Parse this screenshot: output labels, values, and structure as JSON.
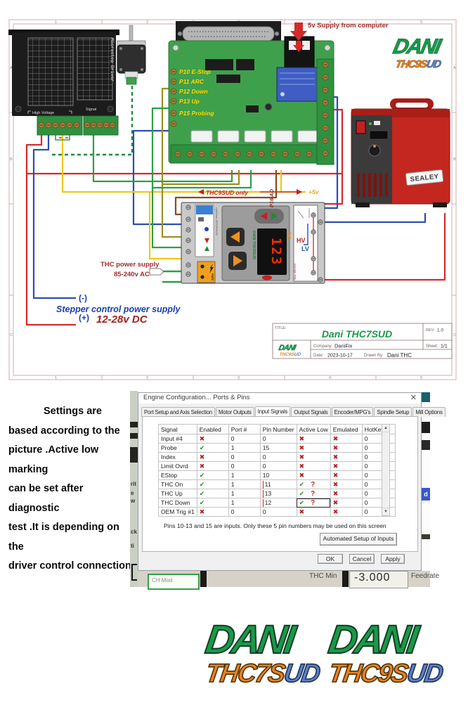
{
  "diagram": {
    "frame": {
      "cols": [
        "1",
        "2",
        "3",
        "4",
        "5"
      ],
      "rows": [
        "A",
        "B",
        "C"
      ]
    },
    "labels": {
      "supply5v": "5v Supply from computer",
      "thc9sud_only": "THC9SUD only",
      "p16ad": "P16 AD",
      "plus5v": "+5v",
      "thc_power1": "THC power supply",
      "thc_power2": "85-240v AC",
      "minus": "(-)",
      "stepper": "Stepper control power supply",
      "plus": "(+)",
      "volts": "12-28v DC"
    },
    "driver": {
      "name": "Microstep Driver",
      "hv": "High Voltage",
      "sig": "Signal"
    },
    "board": {
      "pins": [
        "P10 E-Stop",
        "P11 ARC",
        "P12  Down",
        "P13 Up",
        "P15 Probing"
      ]
    },
    "thc": {
      "display": "123",
      "hv": "HV",
      "lv": "LV",
      "arc": "Arc on",
      "ac": "220v",
      "max": "Max 400VDC",
      "thc": "THC",
      "brand": "DANI THC9SUD"
    },
    "plasma": {
      "brand": "SEALEY"
    },
    "logo": {
      "dani": "DANI",
      "sub_a": "THC9S",
      "sub_b": "UD"
    },
    "titleblock": {
      "title_label": "TITLE:",
      "title": "Dani THC7SUD",
      "rev_label": "REV:",
      "rev": "1.0",
      "company_label": "Company:",
      "company": "DaniFix",
      "sheet_label": "Sheet:",
      "sheet": "1/1",
      "date_label": "Date:",
      "date": "2023-10-17",
      "drawn_label": "Drawn By:",
      "drawn": "Dani THC",
      "logo_dani": "DANI",
      "logo_sub_a": "THC9S",
      "logo_sub_b": "UD"
    }
  },
  "note_lines": [
    "Settings are",
    "based according to the",
    "picture .Active low marking",
    "can be set after diagnostic",
    "test .It is depending on the",
    "driver control connection."
  ],
  "screenshot": {
    "dialog": {
      "title": "Engine Configuration... Ports & Pins",
      "close": "✕",
      "tabs": [
        {
          "label": "Port Setup and Axis Selection",
          "active": false
        },
        {
          "label": "Motor Outputs",
          "active": false
        },
        {
          "label": "Input Signals",
          "active": true
        },
        {
          "label": "Output Signals",
          "active": false
        },
        {
          "label": "Encoder/MPG's",
          "active": false
        },
        {
          "label": "Spindle Setup",
          "active": false
        },
        {
          "label": "Mill Options",
          "active": false
        }
      ],
      "columns": [
        "Signal",
        "Enabled",
        "Port #",
        "Pin Number",
        "Active Low",
        "Emulated",
        "HotKey"
      ],
      "rows": [
        {
          "signal": "Input #4",
          "enabled": "cross",
          "port": "0",
          "pin": "0",
          "active_low": "cross",
          "emulated": "cross",
          "hotkey": "0"
        },
        {
          "signal": "Probe",
          "enabled": "check",
          "port": "1",
          "pin": "15",
          "active_low": "cross",
          "emulated": "cross",
          "hotkey": "0"
        },
        {
          "signal": "Index",
          "enabled": "cross",
          "port": "0",
          "pin": "0",
          "active_low": "cross",
          "emulated": "cross",
          "hotkey": "0"
        },
        {
          "signal": "Limit Ovrd",
          "enabled": "cross",
          "port": "0",
          "pin": "0",
          "active_low": "cross",
          "emulated": "cross",
          "hotkey": "0"
        },
        {
          "signal": "EStop",
          "enabled": "check",
          "port": "1",
          "pin": "10",
          "active_low": "cross",
          "emulated": "cross",
          "hotkey": "0"
        },
        {
          "signal": "THC On",
          "enabled": "check",
          "port": "1",
          "pin": "11",
          "pin_marked": true,
          "active_low": "check",
          "question": true,
          "emulated": "cross",
          "hotkey": "0"
        },
        {
          "signal": "THC Up",
          "enabled": "check",
          "port": "1",
          "pin": "13",
          "pin_marked": true,
          "active_low": "check",
          "question": true,
          "emulated": "cross",
          "hotkey": "0"
        },
        {
          "signal": "THC Down",
          "enabled": "check",
          "port": "1",
          "pin": "12",
          "pin_marked": true,
          "active_low": "check",
          "question": true,
          "al_boxed": true,
          "selected": true,
          "emulated": "cross",
          "hotkey": "0"
        },
        {
          "signal": "OEM Trig #1",
          "enabled": "cross",
          "port": "0",
          "pin": "0",
          "active_low": "cross",
          "emulated": "cross",
          "hotkey": "0"
        }
      ],
      "note": "Pins 10-13 and 15 are inputs. Only these 5 pin numbers may be used on this screen",
      "auto_button": "Automated Setup of Inputs",
      "ok": "OK",
      "cancel": "Cancel",
      "apply": "Apply"
    },
    "background": {
      "left_fragments": [
        "rit",
        "e",
        "w",
        "ck",
        "ti"
      ],
      "right_fragment": "d",
      "thc_min": "THC Min",
      "value": "-3.000",
      "feedrate": "Feedrate",
      "green_box": "CH Mod"
    }
  },
  "footer": {
    "logos": [
      {
        "dani": "DANI",
        "sub_a": "THC7S",
        "sub_b": "UD"
      },
      {
        "dani": "DANI",
        "sub_a": "THC9S",
        "sub_b": "UD"
      }
    ]
  }
}
